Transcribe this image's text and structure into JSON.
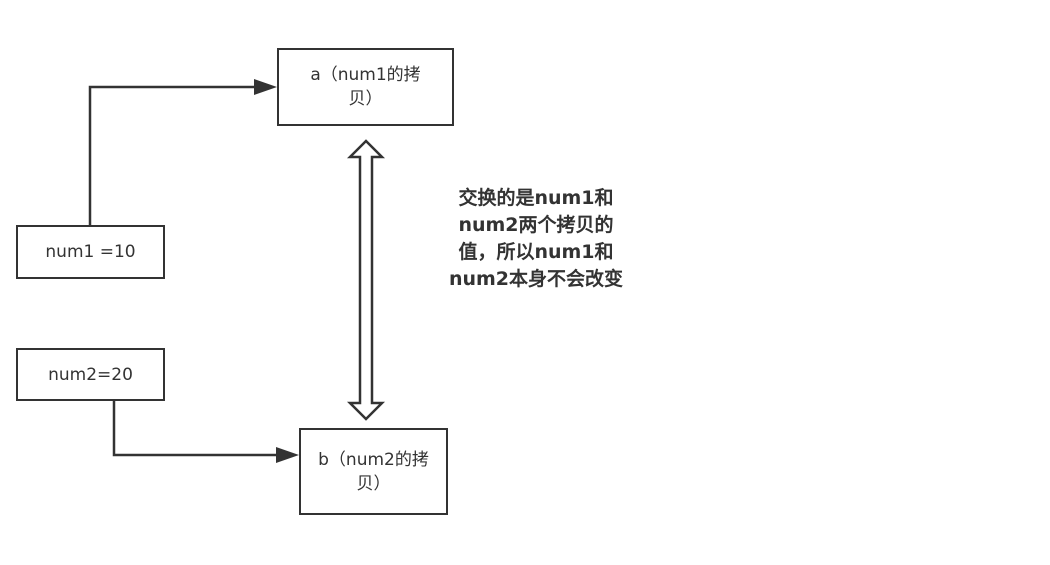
{
  "diagram": {
    "nodes": {
      "a_copy": {
        "label": "a（num1的拷贝）"
      },
      "b_copy": {
        "label": "b（num2的拷贝）"
      },
      "num1": {
        "label": "num1 =10"
      },
      "num2": {
        "label": "num2=20"
      }
    },
    "annotation": {
      "text": "交换的是num1和num2两个拷贝的值，所以num1和num2本身不会改变"
    },
    "edges": [
      {
        "from": "num1",
        "to": "a_copy",
        "style": "arrow"
      },
      {
        "from": "num2",
        "to": "b_copy",
        "style": "arrow"
      },
      {
        "from": "a_copy",
        "to": "b_copy",
        "style": "double-hollow-arrow"
      }
    ],
    "colors": {
      "stroke": "#333333",
      "text": "#333333",
      "background": "#ffffff"
    }
  }
}
